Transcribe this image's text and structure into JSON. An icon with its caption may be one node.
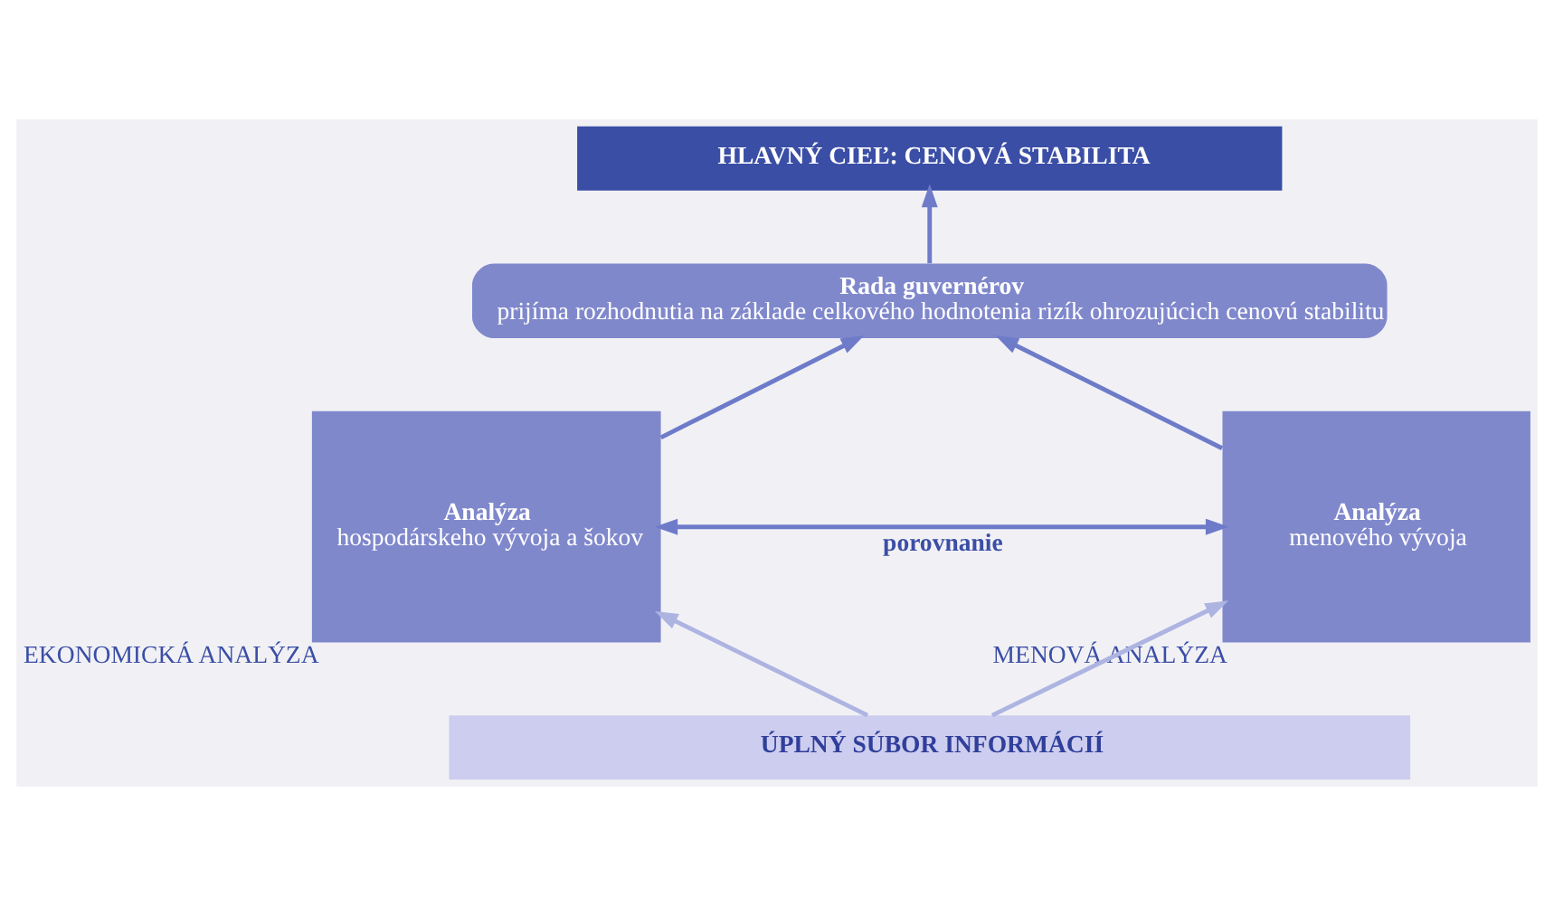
{
  "diagram": {
    "nodes": [
      {
        "text": [
          "HLAVNÝ CIEĽ: CENOVÁ STABILITA"
        ]
      },
      {
        "text": [
          "Rada guvernérov",
          "prijíma rozhodnutia na základe celkového hodnotenia rizík ohrozujúcich cenovú stabilitu"
        ]
      },
      {
        "text": [
          "Analýza",
          "hospodárskeho vývoja a šokov"
        ],
        "beside": [
          "EKONOMICKÁ ANALÝZA"
        ]
      },
      {
        "text": [
          "Analýza",
          "menového vývoja"
        ],
        "beside": [
          "MENOVÁ ANALÝZA"
        ]
      },
      {
        "text": [
          "ÚPLNÝ SÚBOR INFORMÁCIÍ"
        ]
      }
    ],
    "edges": [
      {
        "from": 1,
        "to": 0,
        "arrow": "to"
      },
      {
        "from": 2,
        "to": 1,
        "arrow": "to"
      },
      {
        "from": 3,
        "to": 1,
        "arrow": "to"
      },
      {
        "from": 2,
        "to": 3,
        "arrow": "both",
        "label": "porovnanie"
      },
      {
        "from": 4,
        "to": 2,
        "arrow": "to",
        "color": "#aeb4e2"
      },
      {
        "from": 4,
        "to": 3,
        "arrow": "to",
        "color": "#aeb4e2"
      }
    ]
  }
}
